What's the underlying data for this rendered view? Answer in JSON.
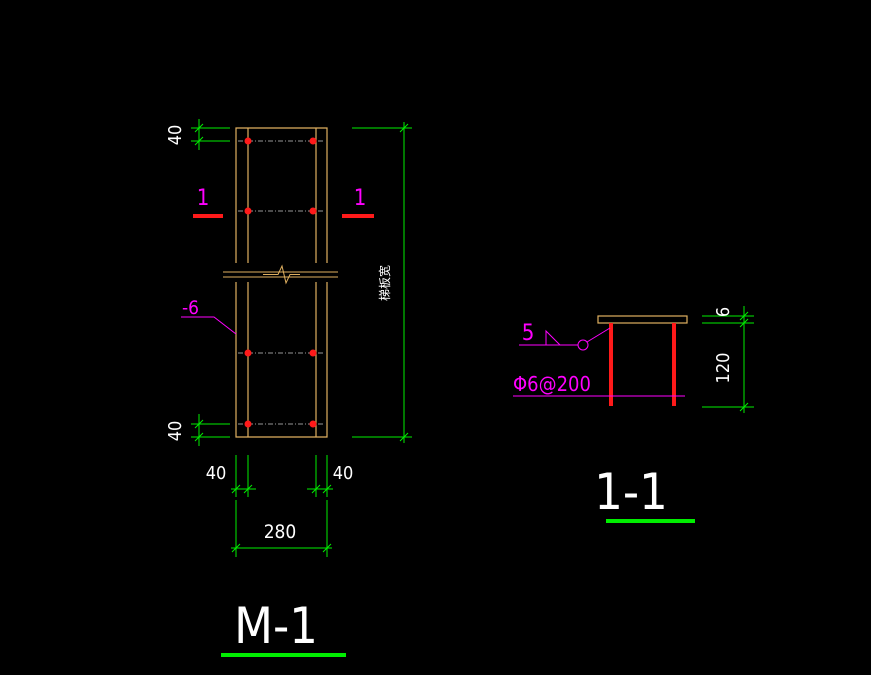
{
  "colors": {
    "background": "#000000",
    "plate": "#e0b060",
    "rebar_dot": "#ff1a1a",
    "dim": "#00ee00",
    "annotation": "#ff00ff",
    "text": "#ffffff",
    "section_mark": "#ff1a1a",
    "title_underline": "#00ee00"
  },
  "plan": {
    "dim_top": "40",
    "dim_bottom": "40",
    "dim_left": "40",
    "dim_right": "40",
    "dim_width": "280",
    "dim_height_label": "梯板宽",
    "plate_callout": "-6",
    "section_left_label": "1",
    "section_right_label": "1",
    "title": "M-1"
  },
  "section": {
    "weld_size": "5",
    "rebar_label": "Φ6@200",
    "dim_plate": "6",
    "dim_leg": "120",
    "title": "1-1"
  }
}
